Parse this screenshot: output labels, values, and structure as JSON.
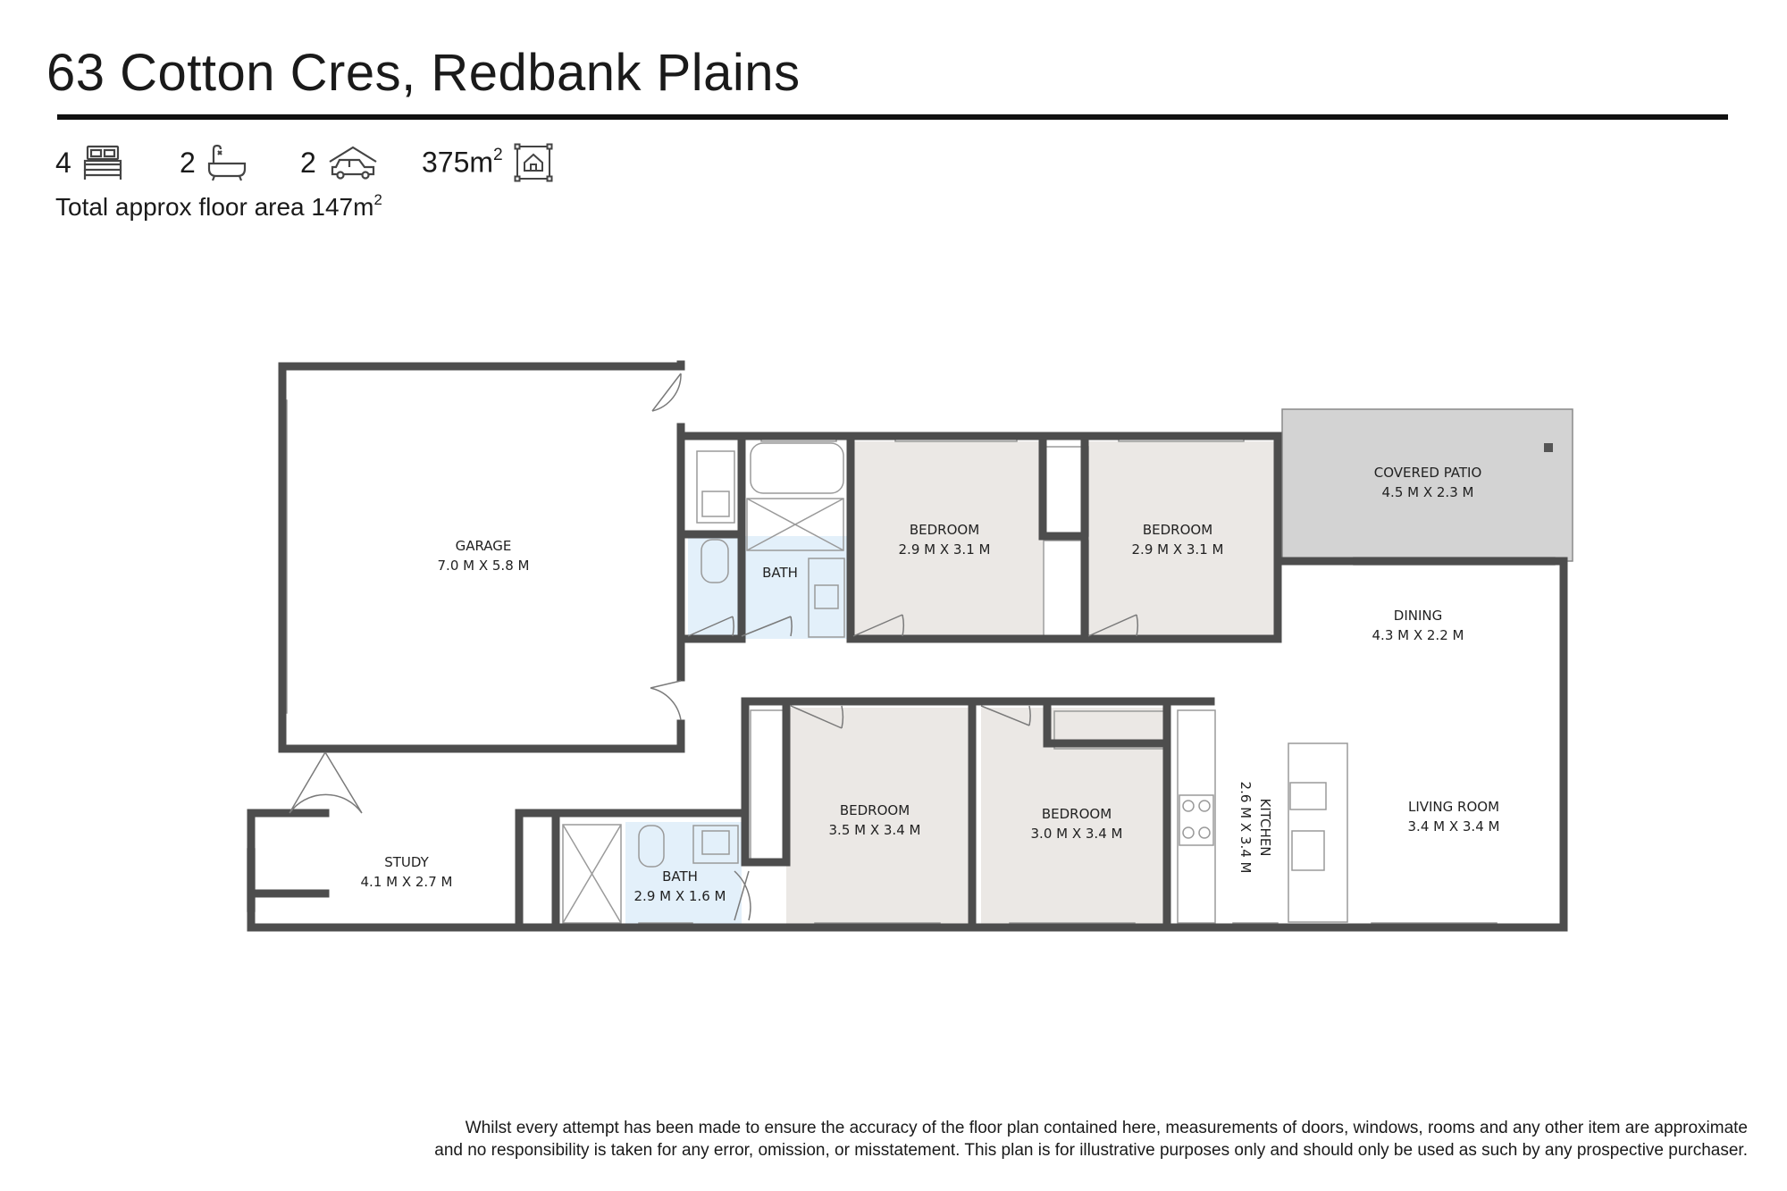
{
  "header": {
    "title": "63 Cotton Cres, Redbank Plains"
  },
  "stats": {
    "bedrooms": "4",
    "bathrooms": "2",
    "car_spaces": "2",
    "land_area_value": "375m",
    "land_area_sup": "2",
    "bed_icon": "bed-icon",
    "bath_icon": "bathtub-icon",
    "car_icon": "garage-car-icon",
    "land_icon": "land-area-icon"
  },
  "floor_area": {
    "text": "Total approx floor area 147m",
    "sup": "2"
  },
  "rooms": {
    "garage": {
      "name": "GARAGE",
      "dims": "7.0 M X 5.8 M"
    },
    "bath_top": {
      "name": "BATH"
    },
    "bedroom_1": {
      "name": "BEDROOM",
      "dims": "2.9 M X 3.1 M"
    },
    "bedroom_2": {
      "name": "BEDROOM",
      "dims": "2.9 M X 3.1 M"
    },
    "covered_patio": {
      "name": "COVERED PATIO",
      "dims": "4.5 M X 2.3 M"
    },
    "dining": {
      "name": "DINING",
      "dims": "4.3 M X 2.2 M"
    },
    "study": {
      "name": "STUDY",
      "dims": "4.1 M X 2.7 M"
    },
    "bath_bottom": {
      "name": "BATH",
      "dims": "2.9 M X 1.6 M"
    },
    "bedroom_3": {
      "name": "BEDROOM",
      "dims": "3.5 M X 3.4 M"
    },
    "bedroom_4": {
      "name": "BEDROOM",
      "dims": "3.0 M X 3.4 M"
    },
    "kitchen": {
      "name": "KITCHEN",
      "dims": "2.6 M X 3.4 M"
    },
    "living_room": {
      "name": "LIVING ROOM",
      "dims": "3.4 M X 3.4 M"
    }
  },
  "colors": {
    "wall": "#4d4d4d",
    "bedroom_fill": "#ebe8e5",
    "wet_area_fill": "#e3f0fa",
    "patio_fill": "#d3d3d3"
  },
  "disclaimer": {
    "line1": "Whilst every attempt has been made to ensure the accuracy of the floor plan contained here, measurements of doors, windows, rooms and any other item are approximate",
    "line2": "and no responsibility is taken for any error, omission, or misstatement. This plan is for illustrative purposes only and should only be used as such by any prospective purchaser."
  }
}
